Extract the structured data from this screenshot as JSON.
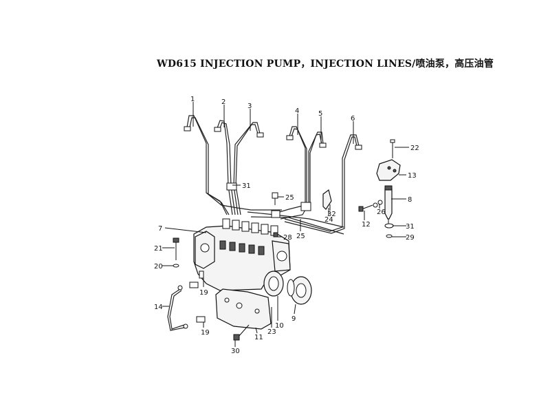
{
  "title": "WD615 INJECTION PUMP，INJECTION LINES/喷油泵，高压油管",
  "callouts": [
    "1",
    "2",
    "3",
    "4",
    "5",
    "6",
    "22",
    "13",
    "31",
    "25",
    "8",
    "32",
    "26",
    "24",
    "12",
    "31",
    "7",
    "28",
    "25",
    "29",
    "21",
    "20",
    "19",
    "14",
    "19",
    "30",
    "11",
    "23",
    "10",
    "9"
  ]
}
